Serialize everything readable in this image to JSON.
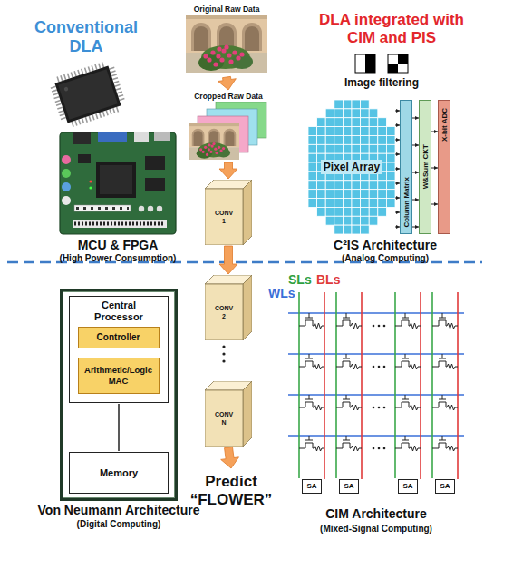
{
  "diagram": {
    "nodes": [
      {
        "text": [
          "Original Raw Data"
        ]
      },
      {
        "text": [
          "Cropped Raw Data"
        ]
      },
      {
        "text": [
          "Pixel Array"
        ]
      },
      {
        "text": [
          "Column Matrix"
        ]
      },
      {
        "text": [
          "W&Sum CKT"
        ]
      },
      {
        "text": [
          "X-bit ADC"
        ]
      },
      {
        "text": [
          "CONV 1"
        ]
      },
      {
        "text": [
          "Von Neumann Architecture",
          "(Digital Computing)"
        ]
      },
      {
        "text": [
          "Central Processor"
        ],
        "in": 7
      },
      {
        "text": [
          "Controller"
        ],
        "in": 8
      },
      {
        "text": [
          "Arithmetic/Logic MAC"
        ],
        "in": 8
      },
      {
        "text": [
          "Memory"
        ],
        "in": 7
      },
      {
        "text": [
          "CONV 2"
        ]
      },
      {
        "text": [
          "CONV N"
        ]
      },
      {
        "text": [
          "Predict “FLOWER”"
        ]
      },
      {
        "text": [
          "SA"
        ]
      },
      {
        "text": [
          "SA"
        ]
      },
      {
        "text": [
          "SA"
        ]
      },
      {
        "text": [
          "SA"
        ]
      }
    ],
    "edges": [
      {
        "from": 0,
        "to": 1,
        "arrow": "to"
      },
      {
        "from": 1,
        "to": 6,
        "arrow": "to"
      },
      {
        "from": 6,
        "to": 12,
        "arrow": "to"
      },
      {
        "from": 13,
        "to": 14,
        "arrow": "to"
      },
      {
        "from": 8,
        "to": 11,
        "arrow": "none"
      }
    ],
    "labels": [
      "Conventional DLA",
      "DLA integrated with CIM and PIS",
      "Image filtering",
      "MCU & FPGA",
      "(High Power Consumption)",
      "C²IS Architecture",
      "(Analog Computing)",
      "SLs",
      "BLs",
      "WLs",
      "CIM Architecture",
      "(Mixed-Signal Computing)"
    ]
  }
}
